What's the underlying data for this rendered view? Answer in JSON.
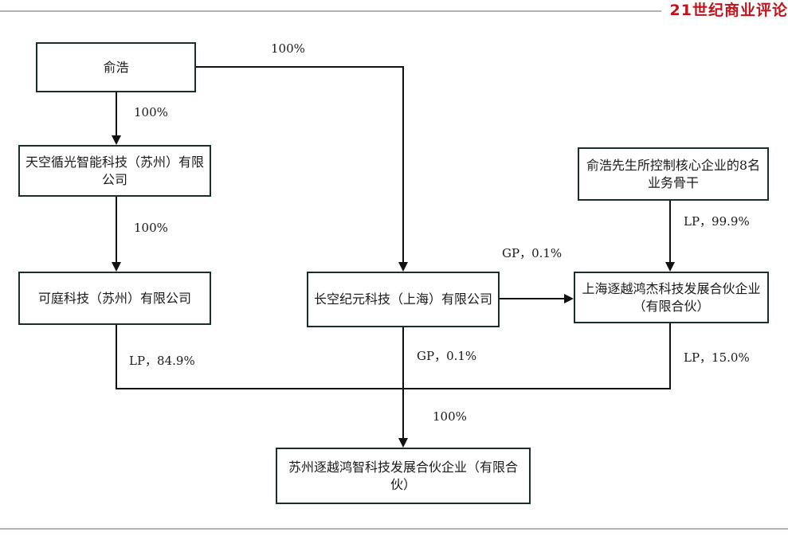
{
  "brand": {
    "name": "21世纪商业评论"
  },
  "entities": {
    "yuhao": "俞浩",
    "tiankong": "天空循光智能科技（苏州）有限公司",
    "keting": "可庭科技（苏州）有限公司",
    "changkong": "长空纪元科技（上海）有限公司",
    "core_staff": "俞浩先生所控制核心企业的8名业务骨干",
    "shanghai_zhuyue": "上海逐越鸿杰科技发展合伙企业（有限合伙）",
    "suzhou_zhuyue": "苏州逐越鸿智科技发展合伙企业（有限合伙）"
  },
  "edges": {
    "yuhao_to_changkong": "100%",
    "yuhao_to_tiankong": "100%",
    "tiankong_to_keting": "100%",
    "changkong_to_shanghai": "GP，0.1%",
    "staff_to_shanghai": "LP，99.9%",
    "keting_to_suzhou": "LP，84.9%",
    "changkong_to_suzhou": "GP，0.1%",
    "shanghai_to_suzhou": "LP，15.0%",
    "merged_to_suzhou": "100%"
  }
}
